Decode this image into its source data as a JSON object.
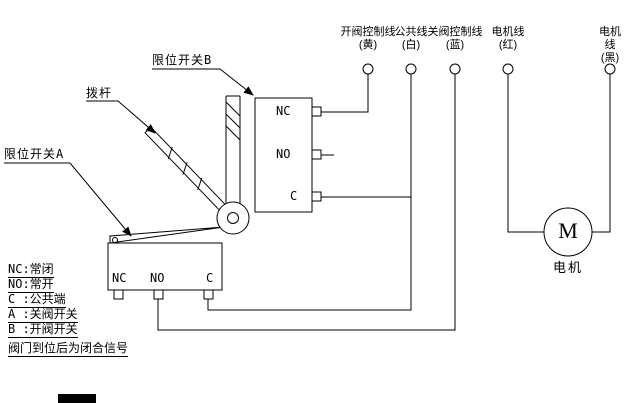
{
  "background": "#ffffff",
  "line_color": "#000000",
  "terminals": [
    {
      "name": "开阀控制线",
      "color": "(黄)"
    },
    {
      "name": "公共线",
      "color": "(白)"
    },
    {
      "name": "关阀控制线",
      "color": "(蓝)"
    },
    {
      "name": "电机线",
      "color": "(红)"
    },
    {
      "name": "电机线",
      "color": "(黑)"
    }
  ],
  "callouts": {
    "limit_switch_b": "限位开关B",
    "lever": "拨杆",
    "limit_switch_a": "限位开关A"
  },
  "switch_b": {
    "terminals": {
      "nc": "NC",
      "no": "NO",
      "c": "C"
    }
  },
  "switch_a": {
    "terminals": {
      "nc": "NC",
      "no": "NO",
      "c": "C"
    }
  },
  "motor": {
    "symbol": "M",
    "label": "电机"
  },
  "legend": {
    "lines": [
      "NC:常闭",
      "NO:常开",
      "C :公共端",
      "A :关阀开关",
      "B :开阀开关",
      "阀门到位后为闭合信号"
    ]
  }
}
